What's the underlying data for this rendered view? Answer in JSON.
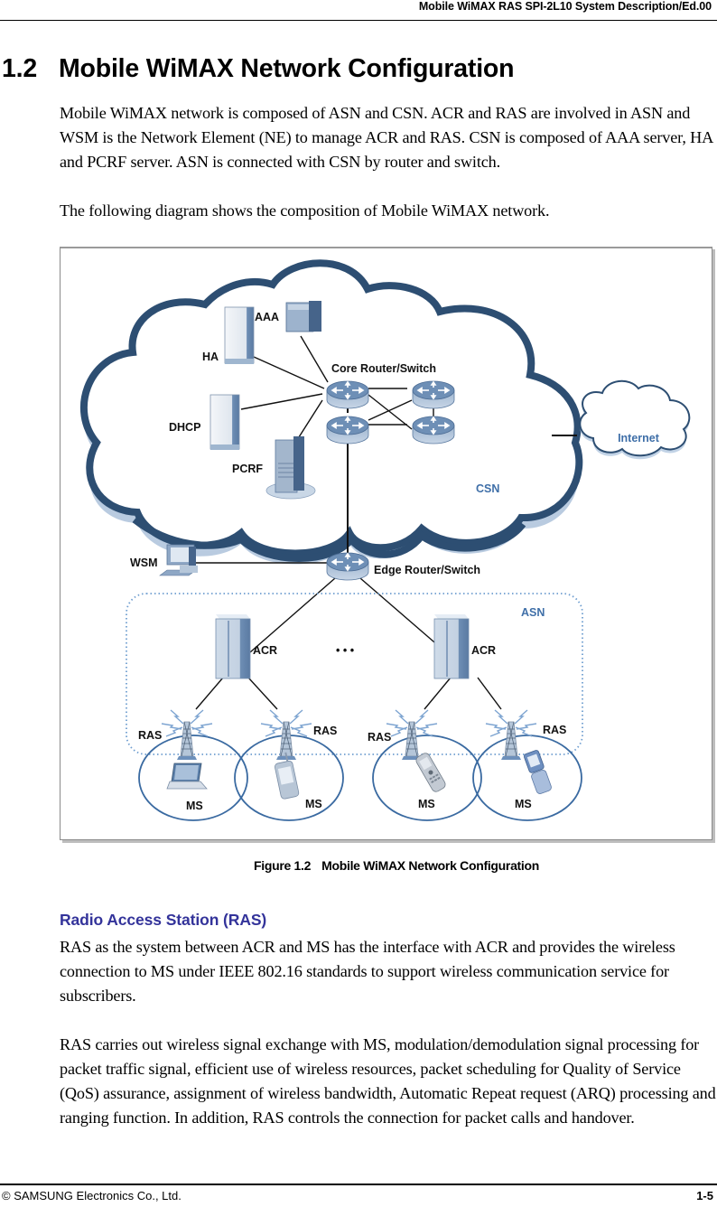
{
  "header": {
    "running_title": "Mobile WiMAX RAS SPI-2L10 System Description/Ed.00"
  },
  "section": {
    "number": "1.2",
    "title": "Mobile WiMAX Network Configuration",
    "paragraphs": [
      "Mobile WiMAX network is composed of ASN and CSN. ACR and RAS are involved in ASN and WSM is the Network Element (NE) to manage ACR and RAS. CSN is composed of AAA server, HA and PCRF server. ASN is connected with CSN by router and switch.",
      "The following diagram shows the composition of Mobile WiMAX network."
    ]
  },
  "figure": {
    "number": "Figure 1.2",
    "caption": "Mobile WiMAX Network Configuration",
    "labels": {
      "aaa": "AAA",
      "ha": "HA",
      "dhcp": "DHCP",
      "pcrf": "PCRF",
      "core_router": "Core Router/Switch",
      "csn": "CSN",
      "internet": "Internet",
      "wsm": "WSM",
      "edge_router": "Edge Router/Switch",
      "asn": "ASN",
      "acr_left": "ACR",
      "acr_right": "ACR",
      "ellipsis": "• • •",
      "ras_1": "RAS",
      "ras_2": "RAS",
      "ras_3": "RAS",
      "ras_4": "RAS",
      "ms_1": "MS",
      "ms_2": "MS",
      "ms_3": "MS",
      "ms_4": "MS"
    },
    "colors": {
      "cloud_outline": "#2d4e72",
      "cloud_shade": "#b9cbe0",
      "device_blue": "#7f9cbf",
      "accent_blue": "#3f6fa8"
    }
  },
  "subsection": {
    "title": "Radio Access Station (RAS)",
    "paragraphs": [
      "RAS as the system between ACR and MS has the interface with ACR and provides the wireless connection to MS under IEEE 802.16 standards to support wireless communication service for subscribers.",
      "RAS carries out wireless signal exchange with MS, modulation/demodulation signal processing for packet traffic signal, efficient use of wireless resources, packet scheduling for Quality of Service (QoS) assurance, assignment of wireless bandwidth, Automatic Repeat request (ARQ) processing and ranging function. In addition, RAS controls the connection for packet calls and handover."
    ]
  },
  "footer": {
    "copyright": "© SAMSUNG Electronics Co., Ltd.",
    "page_number": "1-5"
  }
}
